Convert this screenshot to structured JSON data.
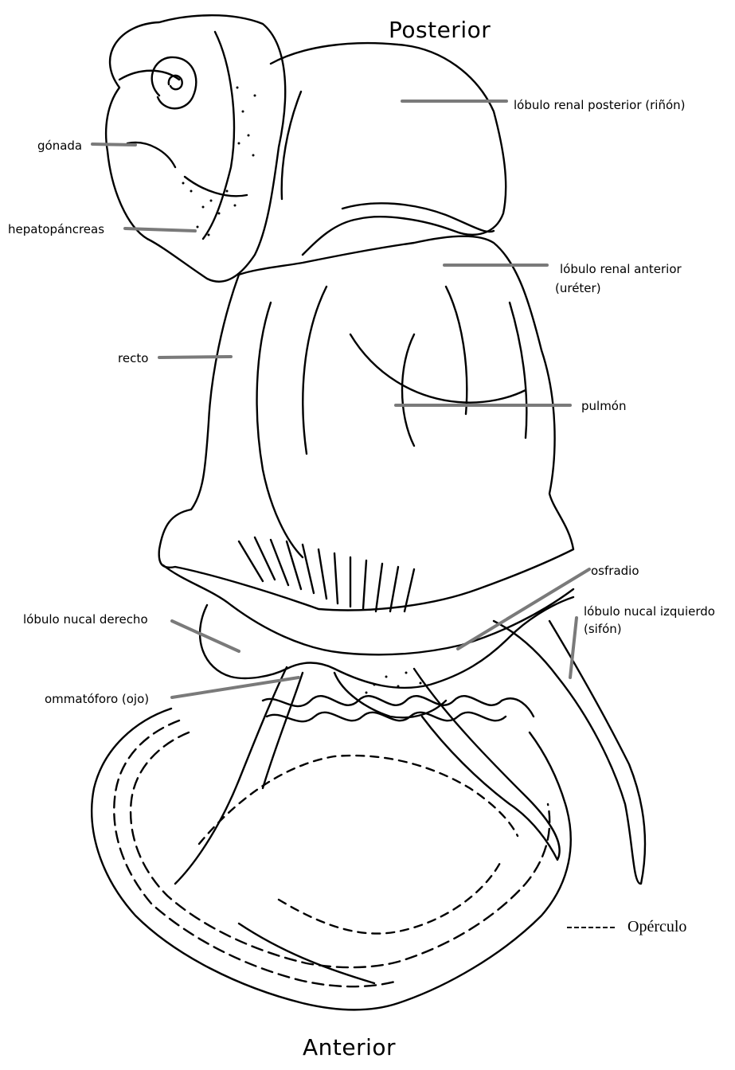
{
  "diagram": {
    "orientation": {
      "top": "Posterior",
      "bottom": "Anterior"
    },
    "labels": {
      "lobulo_renal_posterior": "lóbulo renal posterior (riñón)",
      "gonada": "gónada",
      "hepatopancreas": "hepatopáncreas",
      "lobulo_renal_anterior_1": "lóbulo renal anterior",
      "lobulo_renal_anterior_2": "(uréter)",
      "recto": "recto",
      "pulmon": "pulmón",
      "osfradio": "osfradio",
      "lobulo_nucal_derecho": "lóbulo nucal derecho",
      "lobulo_nucal_izquierdo_1": "lóbulo nucal izquierdo",
      "lobulo_nucal_izquierdo_2": "(sifón)",
      "ommatoforo": "ommatóforo (ojo)",
      "operculo": "Opérculo"
    },
    "colors": {
      "ink": "#000000",
      "leader": "#7a7a7a"
    }
  }
}
